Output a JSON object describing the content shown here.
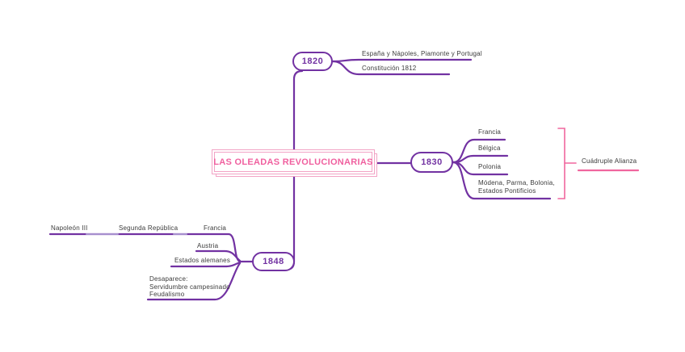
{
  "title": "LAS OLEADAS REVOLUCIONARIAS",
  "colors": {
    "branch_purple": "#7232a2",
    "light_purple": "#a78fce",
    "central_text_pink": "#f0609f",
    "central_border_pink": "#f2a3c5",
    "bracket_pink": "#f0679e",
    "label_text": "#3b3b3b"
  },
  "map": {
    "n1820": {
      "year": "1820",
      "children": {
        "espana": "España y Nápoles, Piamonte y Portugal",
        "constitucion": "Constitución 1812"
      }
    },
    "n1830": {
      "year": "1830",
      "children": {
        "francia": "Francia",
        "belgica": "Bélgica",
        "polonia": "Polonia",
        "modena": "Módena, Parma, Bolonia,\nEstados Pontificios"
      },
      "boundary_annotation": "Cuádruple Alianza"
    },
    "n1848": {
      "year": "1848",
      "children": {
        "francia": "Francia",
        "austria": "Austria",
        "estados": "Estados alemanes",
        "desaparece": "Desaparece:\nServidumbre campesinado\nFeudalismo"
      },
      "francia_chain": {
        "segunda": "Segunda República",
        "napoleon": "Napoleón III"
      }
    }
  }
}
